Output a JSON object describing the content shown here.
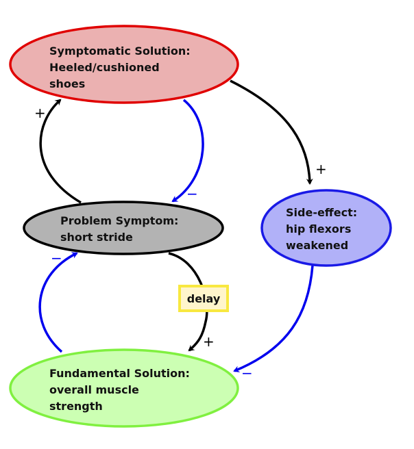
{
  "diagram": {
    "type": "causal-loop",
    "nodes": {
      "symptomatic": {
        "lines": [
          "Symptomatic Solution:",
          "Heeled/cushioned",
          "shoes"
        ],
        "fill": "#ebb1b1",
        "stroke": "#e00000"
      },
      "problem": {
        "lines": [
          "Problem Symptom:",
          "short stride"
        ],
        "fill": "#b3b3b3",
        "stroke": "#000000"
      },
      "side_effect": {
        "lines": [
          "Side-effect:",
          "hip flexors",
          "weakened"
        ],
        "fill": "#b1b1f8",
        "stroke": "#1a1ae6"
      },
      "fundamental": {
        "lines": [
          "Fundamental Solution:",
          "overall muscle",
          "strength"
        ],
        "fill": "#ccffb3",
        "stroke": "#80f040"
      }
    },
    "edges": [
      {
        "from": "problem",
        "to": "symptomatic",
        "sign": "+",
        "color": "#000000"
      },
      {
        "from": "symptomatic",
        "to": "problem",
        "sign": "−",
        "color": "#0000ee"
      },
      {
        "from": "symptomatic",
        "to": "side_effect",
        "sign": "+",
        "color": "#000000"
      },
      {
        "from": "problem",
        "to": "fundamental",
        "sign": "+",
        "color": "#000000",
        "label": "delay"
      },
      {
        "from": "fundamental",
        "to": "problem",
        "sign": "−",
        "color": "#0000ee"
      },
      {
        "from": "side_effect",
        "to": "fundamental",
        "sign": "−",
        "color": "#0000ee"
      }
    ],
    "delay_box": {
      "label": "delay",
      "fill": "#fff5cc",
      "stroke": "#f8e840"
    }
  }
}
